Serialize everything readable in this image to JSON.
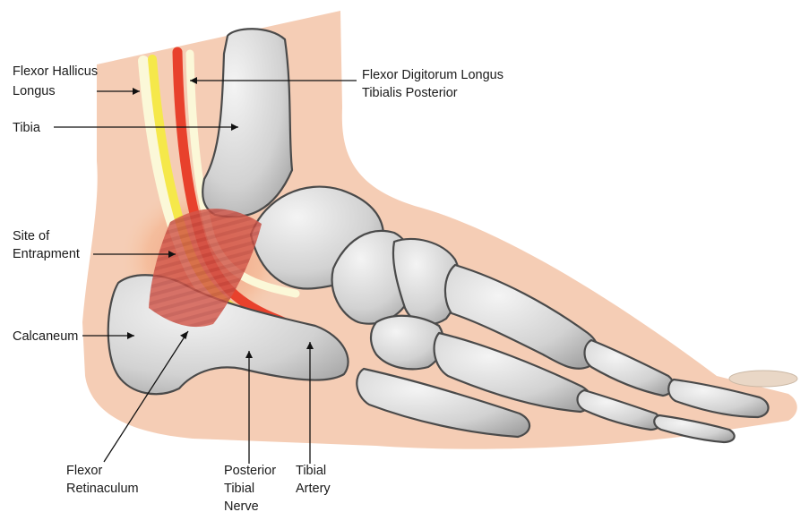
{
  "labels": {
    "flexor_hallicus_line1": "Flexor Hallicus",
    "flexor_hallicus_line2": "Longus",
    "flexor_digitorum_line1": "Flexor Digitorum Longus",
    "flexor_digitorum_line2": "Tibialis Posterior",
    "tibia": "Tibia",
    "site_line1": "Site of",
    "site_line2": "Entrapment",
    "calcaneum": "Calcaneum",
    "retinaculum_line1": "Flexor",
    "retinaculum_line2": "Retinaculum",
    "nerve_line1": "Posterior",
    "nerve_line2": "Tibial",
    "nerve_line3": "Nerve",
    "artery_line1": "Tibial",
    "artery_line2": "Artery"
  },
  "colors": {
    "skin": "#f5cdb5",
    "bone": "#c9c9c9",
    "bone_outline": "#4a4a4a",
    "nerve": "#f5e84a",
    "artery": "#e8412c",
    "tendon": "#fbf8d8",
    "entrapment": "#d9534a"
  }
}
